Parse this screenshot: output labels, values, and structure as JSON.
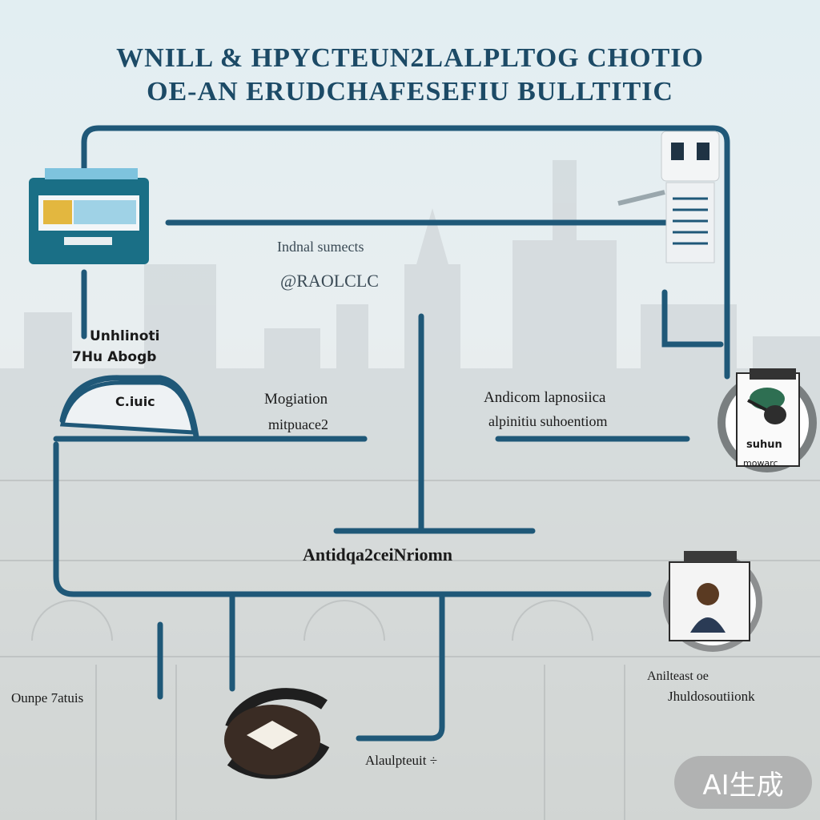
{
  "title": {
    "line1": "WNILL & HPYCTEUN2LALPLTOG CHOTIO",
    "line2": "OE-AN ERUDCHAFESEFIU BULLTITIC"
  },
  "labels": {
    "center_top_1": "Indnal sumects",
    "center_top_2": "@RAOLCLC",
    "left_mid_1": "Unhlinoti",
    "left_mid_2": "7Hu Abogb",
    "box_left": "C.iuic",
    "center_mid_1": "Mogiation",
    "center_mid_2": "mitpuace2",
    "right_mid_1": "Andicom lapnosiica",
    "right_mid_2": "alpinitiu suhoentiom",
    "right_card_1": "suhun",
    "right_card_2": "mowarc",
    "center_low": "Antidqa2ceiNriomn",
    "right_low_1": "Anilteast oe",
    "right_low_2": "Jhuldosoutiionk",
    "bottom_left": "Ounpe 7atuis",
    "bottom_mid": "Alaulpteuit ÷"
  },
  "icons": [
    "monitor-icon",
    "robot-icon",
    "gear-icon",
    "person-icon",
    "diamond-icon"
  ],
  "badge": "AI生成",
  "colors": {
    "line": "#1f5878",
    "title": "#1c4a66",
    "monitor": "#1a6f86"
  }
}
